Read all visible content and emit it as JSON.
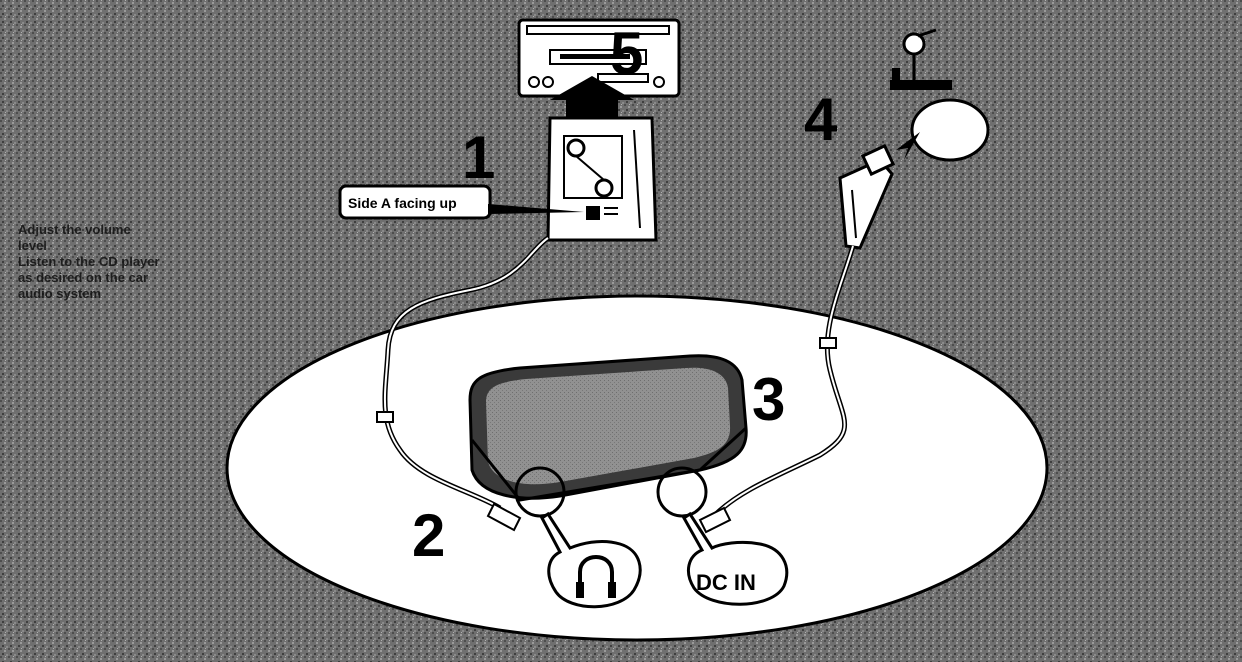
{
  "title": "",
  "step_numbers": {
    "s1": "1",
    "s2": "2",
    "s3": "3",
    "s4": "4",
    "s5": "5"
  },
  "callouts": {
    "side_a": "Side A facing up",
    "dc_in": "DC IN",
    "headphones_jack": "headphones-icon"
  },
  "side_note": {
    "line1": "Adjust the volume",
    "line2": "level",
    "line3": "Listen to the CD player",
    "line4": "as desired on the car",
    "line5": "audio system"
  },
  "colors": {
    "background": "#6f6f6f",
    "ellipse": "#ffffff",
    "ink": "#000000"
  }
}
